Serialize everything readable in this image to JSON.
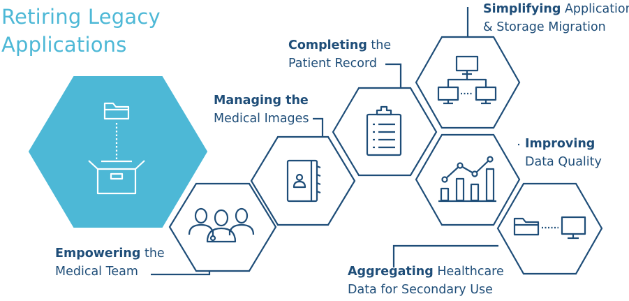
{
  "title": {
    "line1": "Retiring Legacy",
    "line2": "Applications"
  },
  "labels": {
    "simplifying": {
      "bold": "Simplifying",
      "rest1": " Application",
      "line2": "& Storage Migration"
    },
    "completing": {
      "bold": "Completing",
      "rest1": " the",
      "line2": "Patient Record"
    },
    "managing": {
      "bold": "Managing the",
      "rest1": "",
      "line2": "Medical Images"
    },
    "improving": {
      "bold": "Improving",
      "rest1": "",
      "line2": "Data Quality"
    },
    "empowering": {
      "bold": "Empowering",
      "rest1": " the",
      "line2": "Medical Team"
    },
    "aggregating": {
      "bold": "Aggregating",
      "rest1": " Healthcare",
      "line2": "Data for Secondary Use"
    }
  },
  "icons": {
    "retiring": [
      "folder-icon",
      "open-box-icon"
    ],
    "empowering": [
      "medical-team-icon"
    ],
    "managing": [
      "medical-record-book-icon"
    ],
    "completing": [
      "clipboard-checklist-icon"
    ],
    "simplifying": [
      "network-computers-icon"
    ],
    "improving": [
      "bar-line-chart-icon"
    ],
    "aggregating": [
      "folder-to-monitor-icon"
    ]
  },
  "colors": {
    "accent": "#4db8d6",
    "navy": "#1e4d78"
  }
}
